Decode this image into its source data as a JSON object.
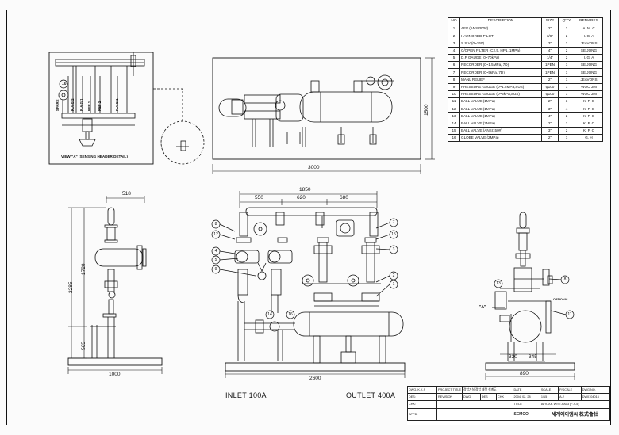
{
  "bom": {
    "headers": [
      "NO",
      "DESCRIPTION",
      "SIZE",
      "Q'TY",
      "REMARKS"
    ],
    "rows": [
      [
        "1",
        "AFV (ANSI300#)",
        "2\"",
        "2",
        "A. M. C"
      ],
      [
        "2",
        "HARNORED PILOT",
        "3/8\"",
        "2",
        "I. G. A"
      ],
      [
        "3",
        "S.S.V (0~160)",
        "3\"",
        "2",
        "JEAVONS"
      ],
      [
        "4",
        "C/OPEN FILTER (C2.5, HP1, 1MPa)",
        "4\"",
        "2",
        "SE JONG"
      ],
      [
        "5",
        "D.P GAUGE (0~70kPa)",
        "1/4\"",
        "2",
        "I. G. A"
      ],
      [
        "6",
        "RECORDER (0~1.5MPa, 7D)",
        "1PEN",
        "1",
        "SE JONG"
      ],
      [
        "7",
        "RECORDER (0~5kPa, 7D)",
        "1PEN",
        "1",
        "SE JONG"
      ],
      [
        "8",
        "MANL RELIEF",
        "2\"",
        "1",
        "JEAVONS"
      ],
      [
        "9",
        "PRESSURE GAUGE (0~1.5MPa,SUS)",
        "φ100",
        "1",
        "WOO JIN"
      ],
      [
        "10",
        "PRESSURE GAUGE (0~5kPa,SUS)",
        "φ100",
        "1",
        "WOO JIN"
      ],
      [
        "11",
        "BALL VALVE (1MPa)",
        "2\"",
        "3",
        "K. P. C"
      ],
      [
        "12",
        "BALL VALVE (1MPa)",
        "3\"",
        "4",
        "K. P. C"
      ],
      [
        "13",
        "BALL VALVE (1MPa)",
        "4\"",
        "2",
        "K. P. C"
      ],
      [
        "14",
        "BALL VALVE (2MPa)",
        "2\"",
        "1",
        "K. P. C"
      ],
      [
        "15",
        "BALL VALVE (ANSI150#)",
        "3\"",
        "2",
        "K. P. C"
      ],
      [
        "16",
        "GLOBE VALVE (2MPa)",
        "2\"",
        "1",
        "G. H"
      ]
    ]
  },
  "detail": {
    "caption": "VIEW \"A\" (SENSING HEADER DETAIL)",
    "taps": [
      "SPARE",
      "R.A.G 2",
      "R.A.G 1",
      "REF 1",
      "REF 2",
      "R.A.G 1"
    ],
    "callout": "10"
  },
  "top_view": {
    "width_dim": "3000",
    "height_dim": "1500"
  },
  "side_view": {
    "top_dim": "518",
    "dim_total": "2285",
    "dim_upper": "1720",
    "dim_lower": "565",
    "base_dim": "1000"
  },
  "front_view": {
    "overall_dim": "1850",
    "segments": [
      "550",
      "620",
      "680"
    ],
    "base_dim": "2600",
    "inlet_label": "INLET 100A",
    "outlet_label": "OUTLET 400A",
    "callouts_left": [
      "8",
      "12",
      "4",
      "5",
      "9"
    ],
    "callouts_right": [
      "7",
      "15",
      "3",
      "2",
      "1"
    ],
    "callouts_bottom": [
      "14",
      "16"
    ]
  },
  "end_view": {
    "view_label": "\"A\"",
    "dims": [
      "330",
      "345"
    ],
    "base_dim": "890",
    "callouts": [
      "13",
      "8",
      "11"
    ],
    "note": "OPTIONAL"
  },
  "title_block": {
    "dwg": "DWG. K.K.S",
    "project_title_label": "PROJECT TITLE",
    "project_title": "정압기실 정압 제작 설계도",
    "des": "DES:",
    "chk": "CHK:",
    "appd": "APPD:",
    "date_label": "DATE",
    "scale_label": "SCALE",
    "p_scale_label": "P/SCALE",
    "dwg_no_label": "DWG NO.",
    "revision_label": "REVISION",
    "dwg_code": "DWG",
    "des_code": "DES",
    "chk_code": "CHK",
    "date": "2004. 02. 28",
    "scale": "1/15",
    "p_scale": "A-2",
    "dwg_no": "DW0104016",
    "title_label": "TITLE",
    "title": "AFV-20L W/ST-FA03 (F-9-5)",
    "company": "세계에이엠씨 株式會社",
    "logo": "SEMCO"
  }
}
